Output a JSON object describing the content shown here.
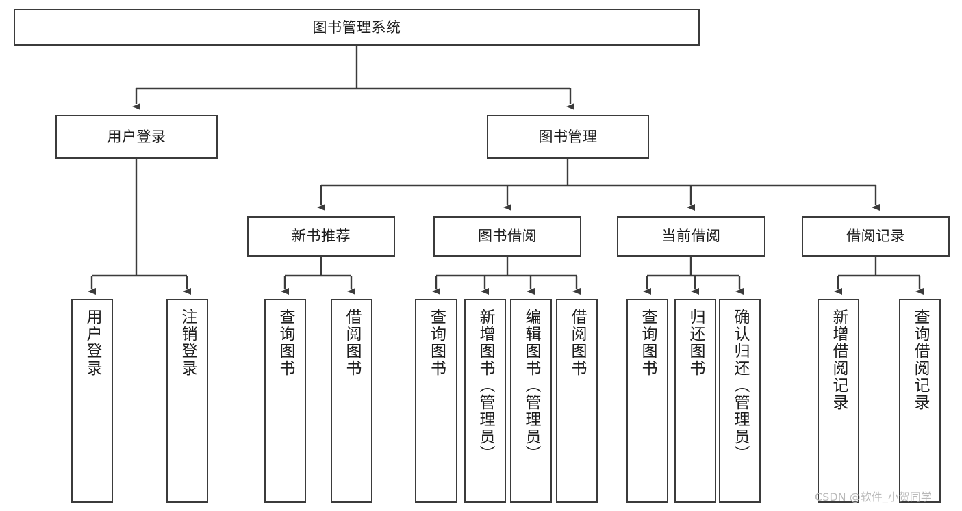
{
  "diagram": {
    "title": "图书管理系统",
    "type": "hierarchy-tree",
    "root": {
      "label": "图书管理系统"
    },
    "level1": [
      {
        "label": "用户登录"
      },
      {
        "label": "图书管理"
      }
    ],
    "level2": [
      {
        "label": "新书推荐"
      },
      {
        "label": "图书借阅"
      },
      {
        "label": "当前借阅"
      },
      {
        "label": "借阅记录"
      }
    ],
    "leaves": {
      "user_login": [
        {
          "label": "用户登录"
        },
        {
          "label": "注销登录"
        }
      ],
      "new_book_recommend": [
        {
          "label": "查询图书"
        },
        {
          "label": "借阅图书"
        }
      ],
      "book_borrow": [
        {
          "label": "查询图书"
        },
        {
          "label": "新增图书（管理员）"
        },
        {
          "label": "编辑图书（管理员）"
        },
        {
          "label": "借阅图书"
        }
      ],
      "current_borrow": [
        {
          "label": "查询图书"
        },
        {
          "label": "归还图书"
        },
        {
          "label": "确认归还（管理员）"
        }
      ],
      "borrow_record": [
        {
          "label": "新增借阅记录"
        },
        {
          "label": "查询借阅记录"
        }
      ]
    },
    "watermark": "CSDN @软件_小贺同学",
    "colors": {
      "background": "#ffffff",
      "box_border": "#3b3b3b",
      "connector": "#3b3b3b",
      "text": "#1c1c1c",
      "watermark": "#b9b9b9"
    }
  }
}
